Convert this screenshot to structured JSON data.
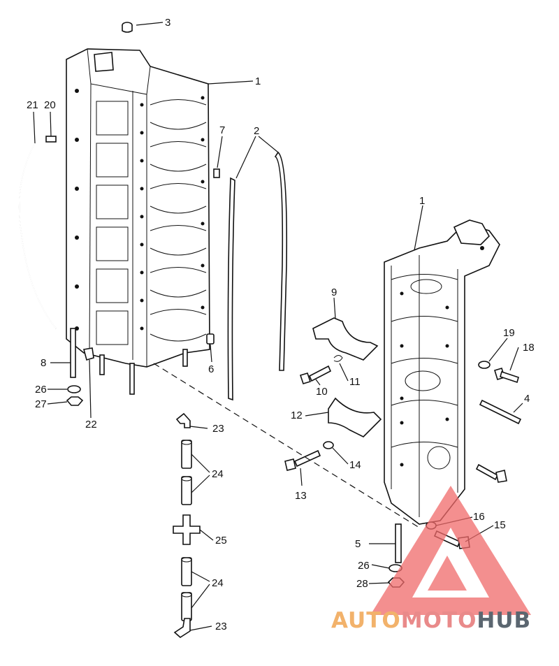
{
  "callouts": [
    "1",
    "1",
    "2",
    "3",
    "4",
    "5",
    "6",
    "7",
    "8",
    "9",
    "10",
    "11",
    "12",
    "13",
    "14",
    "15",
    "16",
    "18",
    "19",
    "20",
    "21",
    "22",
    "23",
    "23",
    "24",
    "24",
    "25",
    "26",
    "26",
    "27",
    "28"
  ],
  "watermark": {
    "part1": "AUTO",
    "part2": "MOTO",
    "part3": "HUB",
    "color1": "#f2b26b",
    "color2": "#e98a8a",
    "color3": "#5b6670",
    "logo_color": "#f06a6a"
  }
}
